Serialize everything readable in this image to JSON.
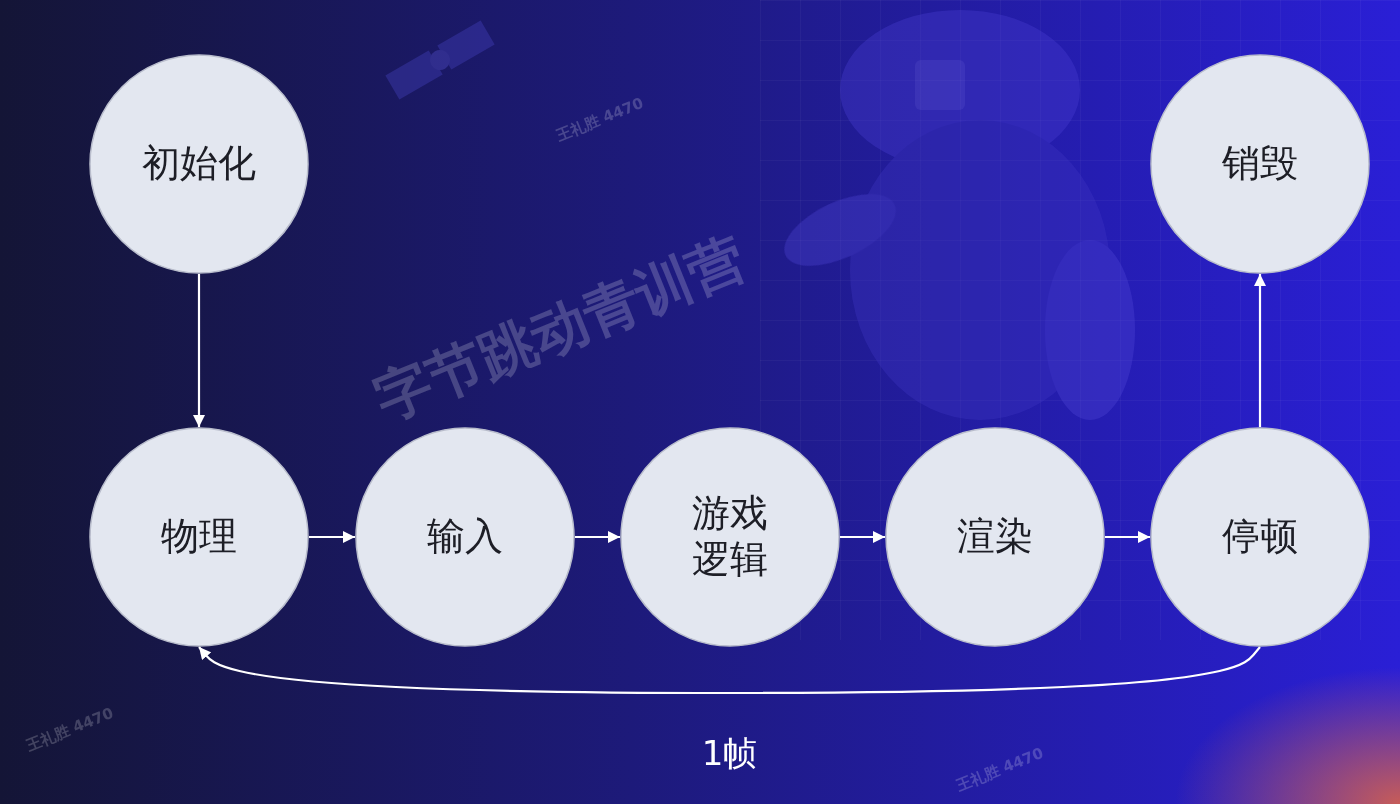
{
  "diagram": {
    "nodes": [
      {
        "text": [
          "初始化"
        ]
      },
      {
        "text": [
          "销毁"
        ]
      },
      {
        "text": [
          "物理"
        ]
      },
      {
        "text": [
          "输入"
        ]
      },
      {
        "text": [
          "游戏 逻辑"
        ]
      },
      {
        "text": [
          "渲染"
        ]
      },
      {
        "text": [
          "停顿"
        ]
      }
    ],
    "edges": [
      {
        "from": 0,
        "to": 2,
        "arrow": "to"
      },
      {
        "from": 2,
        "to": 3,
        "arrow": "to"
      },
      {
        "from": 3,
        "to": 4,
        "arrow": "to"
      },
      {
        "from": 4,
        "to": 5,
        "arrow": "to"
      },
      {
        "from": 5,
        "to": 6,
        "arrow": "to"
      },
      {
        "from": 6,
        "to": 1,
        "arrow": "to"
      },
      {
        "from": 6,
        "to": 2,
        "arrow": "to",
        "label": "1帧"
      }
    ],
    "labels": [
      "字节跳动青训营",
      "王礼胜 4470",
      "王礼胜 4470",
      "王礼胜 4470"
    ]
  }
}
